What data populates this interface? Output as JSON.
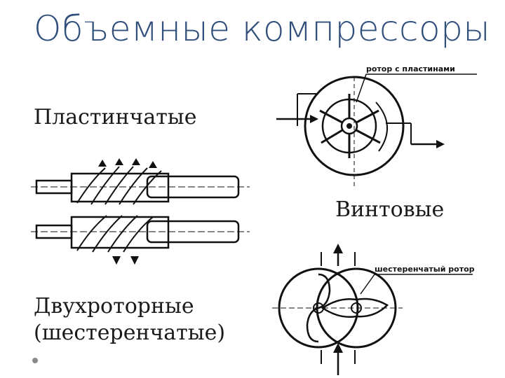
{
  "slide": {
    "title": "Объемные компрессоры",
    "labels": {
      "plate": "Пластинчатые",
      "screw": "Винтовые",
      "twin_line1": "Двухроторные",
      "twin_line2": "(шестеренчатые)"
    },
    "annotations": {
      "vane_rotor": "ротор с пластинами",
      "gear_rotor": "шестеренчатый ротор"
    }
  }
}
